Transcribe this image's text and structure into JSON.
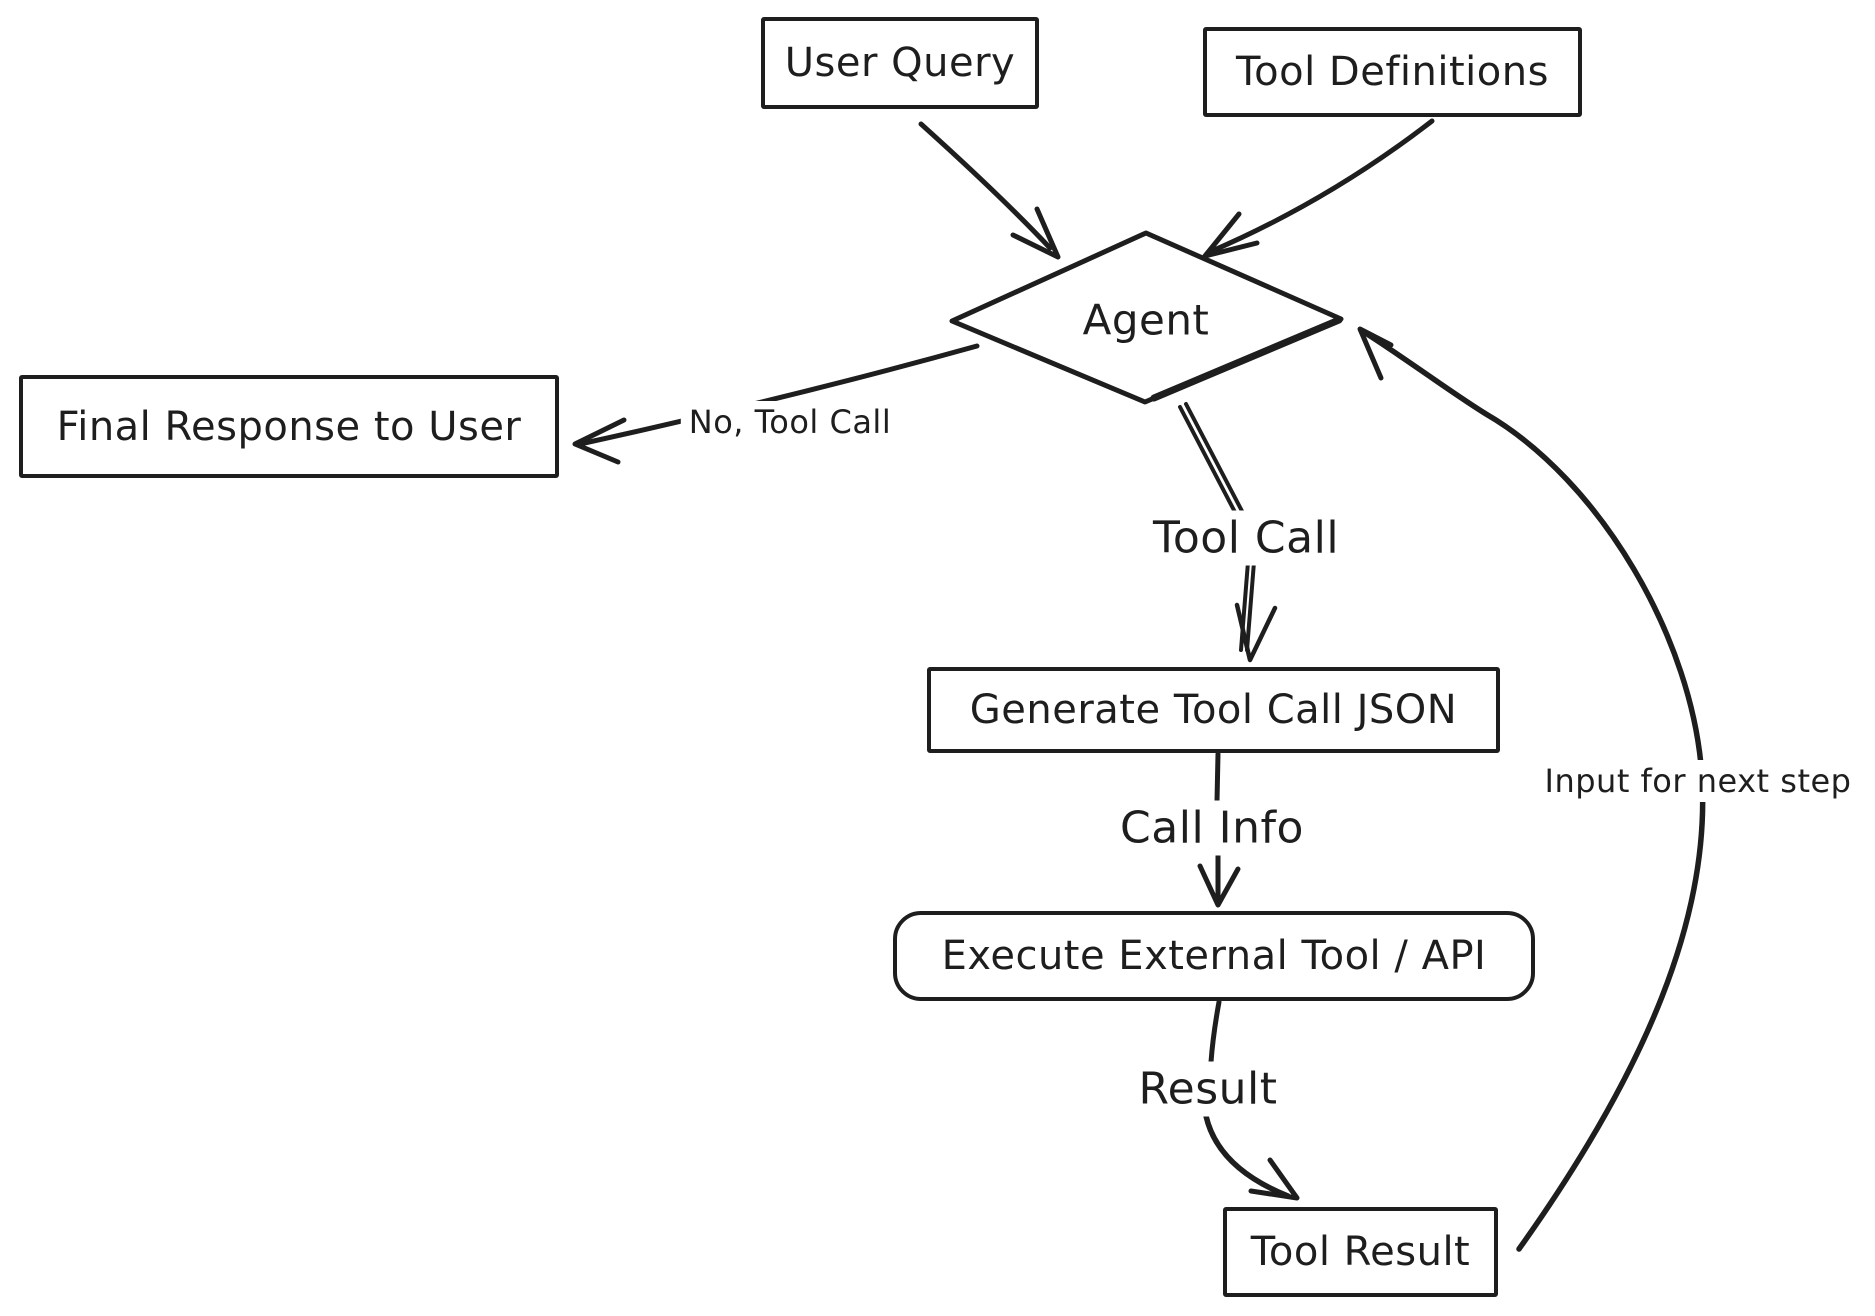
{
  "colors": {
    "background": "#ffffff",
    "ink": "#1e1e1e"
  },
  "diagram": {
    "nodes": {
      "user_query": {
        "label": "User Query",
        "shape": "rectangle"
      },
      "tool_definitions": {
        "label": "Tool Definitions",
        "shape": "rectangle"
      },
      "agent": {
        "label": "Agent",
        "shape": "diamond"
      },
      "final_response": {
        "label": "Final Response to User",
        "shape": "rectangle"
      },
      "generate_tool_call_json": {
        "label": "Generate Tool Call JSON",
        "shape": "rectangle"
      },
      "execute_external_tool": {
        "label": "Execute External Tool / API",
        "shape": "rounded-rectangle"
      },
      "tool_result": {
        "label": "Tool Result",
        "shape": "rectangle"
      }
    },
    "edge_labels": {
      "no_tool_call": "No, Tool Call",
      "tool_call": "Tool Call",
      "call_info": "Call Info",
      "result": "Result",
      "input_for_next_step": "Input for next step"
    },
    "edges": [
      {
        "from": "user_query",
        "to": "agent",
        "label": ""
      },
      {
        "from": "tool_definitions",
        "to": "agent",
        "label": ""
      },
      {
        "from": "agent",
        "to": "final_response",
        "label": "No, Tool Call"
      },
      {
        "from": "agent",
        "to": "generate_tool_call_json",
        "label": "Tool Call"
      },
      {
        "from": "generate_tool_call_json",
        "to": "execute_external_tool",
        "label": "Call Info"
      },
      {
        "from": "execute_external_tool",
        "to": "tool_result",
        "label": "Result"
      },
      {
        "from": "tool_result",
        "to": "agent",
        "label": "Input for next step"
      }
    ]
  }
}
